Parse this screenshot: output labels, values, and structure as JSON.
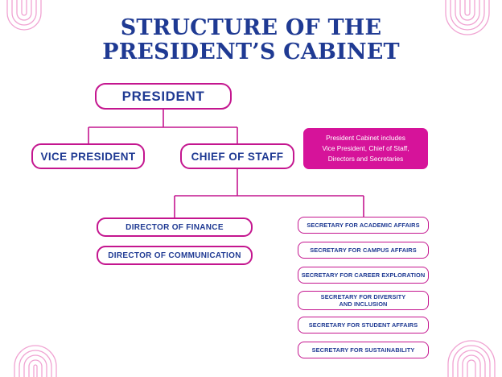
{
  "title": {
    "line1": "STRUCTURE OF THE",
    "line2": "PRESIDENT’S CABINET"
  },
  "nodes": {
    "president": "PRESIDENT",
    "vice_president": "VICE PRESIDENT",
    "chief_of_staff": "CHIEF OF STAFF",
    "directors": [
      "DIRECTOR OF FINANCE",
      "DIRECTOR OF COMMUNICATION"
    ],
    "secretaries": [
      "SECRETARY FOR ACADEMIC AFFAIRS",
      "SECRETARY FOR CAMPUS AFFAIRS",
      "SECRETARY FOR CAREER EXPLORATION",
      "SECRETARY FOR DIVERSITY AND INCLUSION",
      "SECRETARY FOR STUDENT AFFAIRS",
      "SECRETARY FOR SUSTAINABILITY"
    ]
  },
  "note": {
    "lines": [
      "President Cabinet includes",
      "Vice President, Chief of Staff,",
      "Directors and Secretaries"
    ]
  },
  "colors": {
    "primary_text": "#1f3a93",
    "accent_magenta": "#c4168f",
    "note_fill": "#d6139a",
    "decor_pink": "#f0a3d2"
  }
}
